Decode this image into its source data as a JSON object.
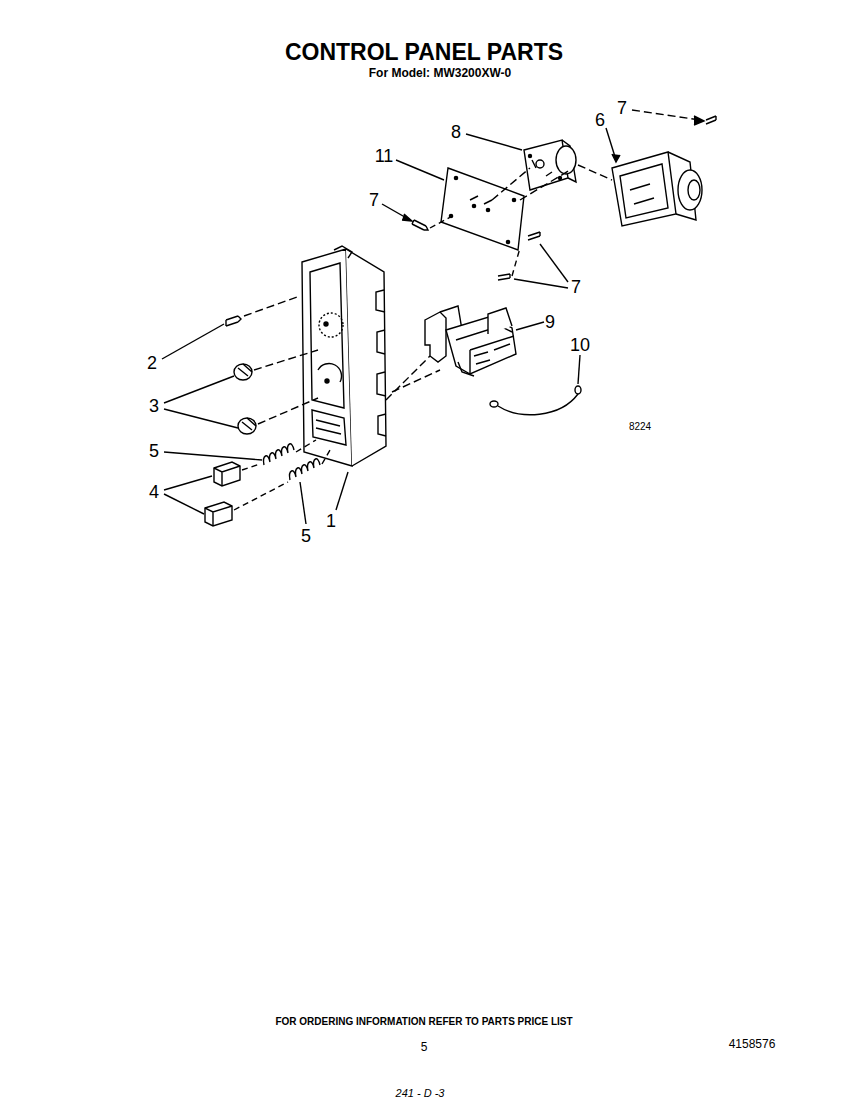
{
  "diagram": {
    "title": "CONTROL PANEL PARTS",
    "labels": [
      "For Model: MW3200XW-0",
      "7",
      "8",
      "6",
      "11",
      "7",
      "7",
      "9",
      "10",
      "2",
      "3",
      "5",
      "4",
      "1",
      "5",
      "8224",
      "FOR ORDERING INFORMATION REFER TO PARTS PRICE LIST",
      "5",
      "4158576",
      "241 - D -3"
    ]
  }
}
